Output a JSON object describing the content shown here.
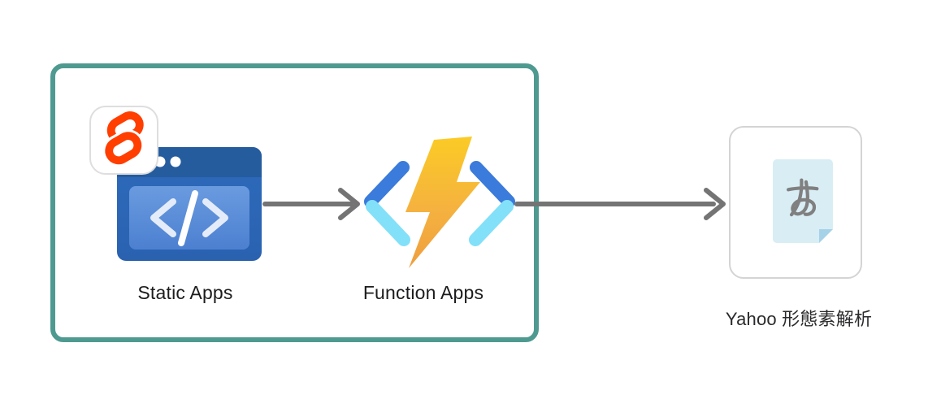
{
  "diagram": {
    "group_box": {
      "contains": [
        "static_apps",
        "function_apps"
      ],
      "border_color": "#4E9A90"
    },
    "nodes": {
      "static_apps": {
        "label": "Static Apps",
        "badge_icon": "svelte-logo-icon",
        "main_icon": "browser-code-icon"
      },
      "function_apps": {
        "label": "Function Apps",
        "main_icon": "azure-functions-bolt-icon"
      },
      "yahoo": {
        "label": "Yahoo 形態素解析",
        "main_icon": "japanese-text-document-icon",
        "document_glyph": "あ"
      }
    },
    "arrows": [
      {
        "from": "static_apps",
        "to": "function_apps",
        "style": "gray-chevron"
      },
      {
        "from": "function_apps",
        "to": "yahoo",
        "style": "gray-chevron"
      }
    ],
    "colors": {
      "box_border": "#4E9A90",
      "arrow": "#747474",
      "svelte_orange": "#FF3E00",
      "browser_bar_blue": "#255C9E",
      "browser_body_blue": "#2E6BBC",
      "browser_panel_blue": "#5A8CD8",
      "code_glyph_white": "#E4ECF9",
      "bolt_yellow": "#FBCB25",
      "bolt_orange": "#EF9E3E",
      "bracket_dark_blue": "#3A7BDB",
      "bracket_light_blue": "#82E0F9",
      "document_blue": "#D9EDF5",
      "document_fold_blue": "#A6D2E8",
      "hiragana_gray": "#808080",
      "label_black": "#1C1C1E"
    }
  }
}
